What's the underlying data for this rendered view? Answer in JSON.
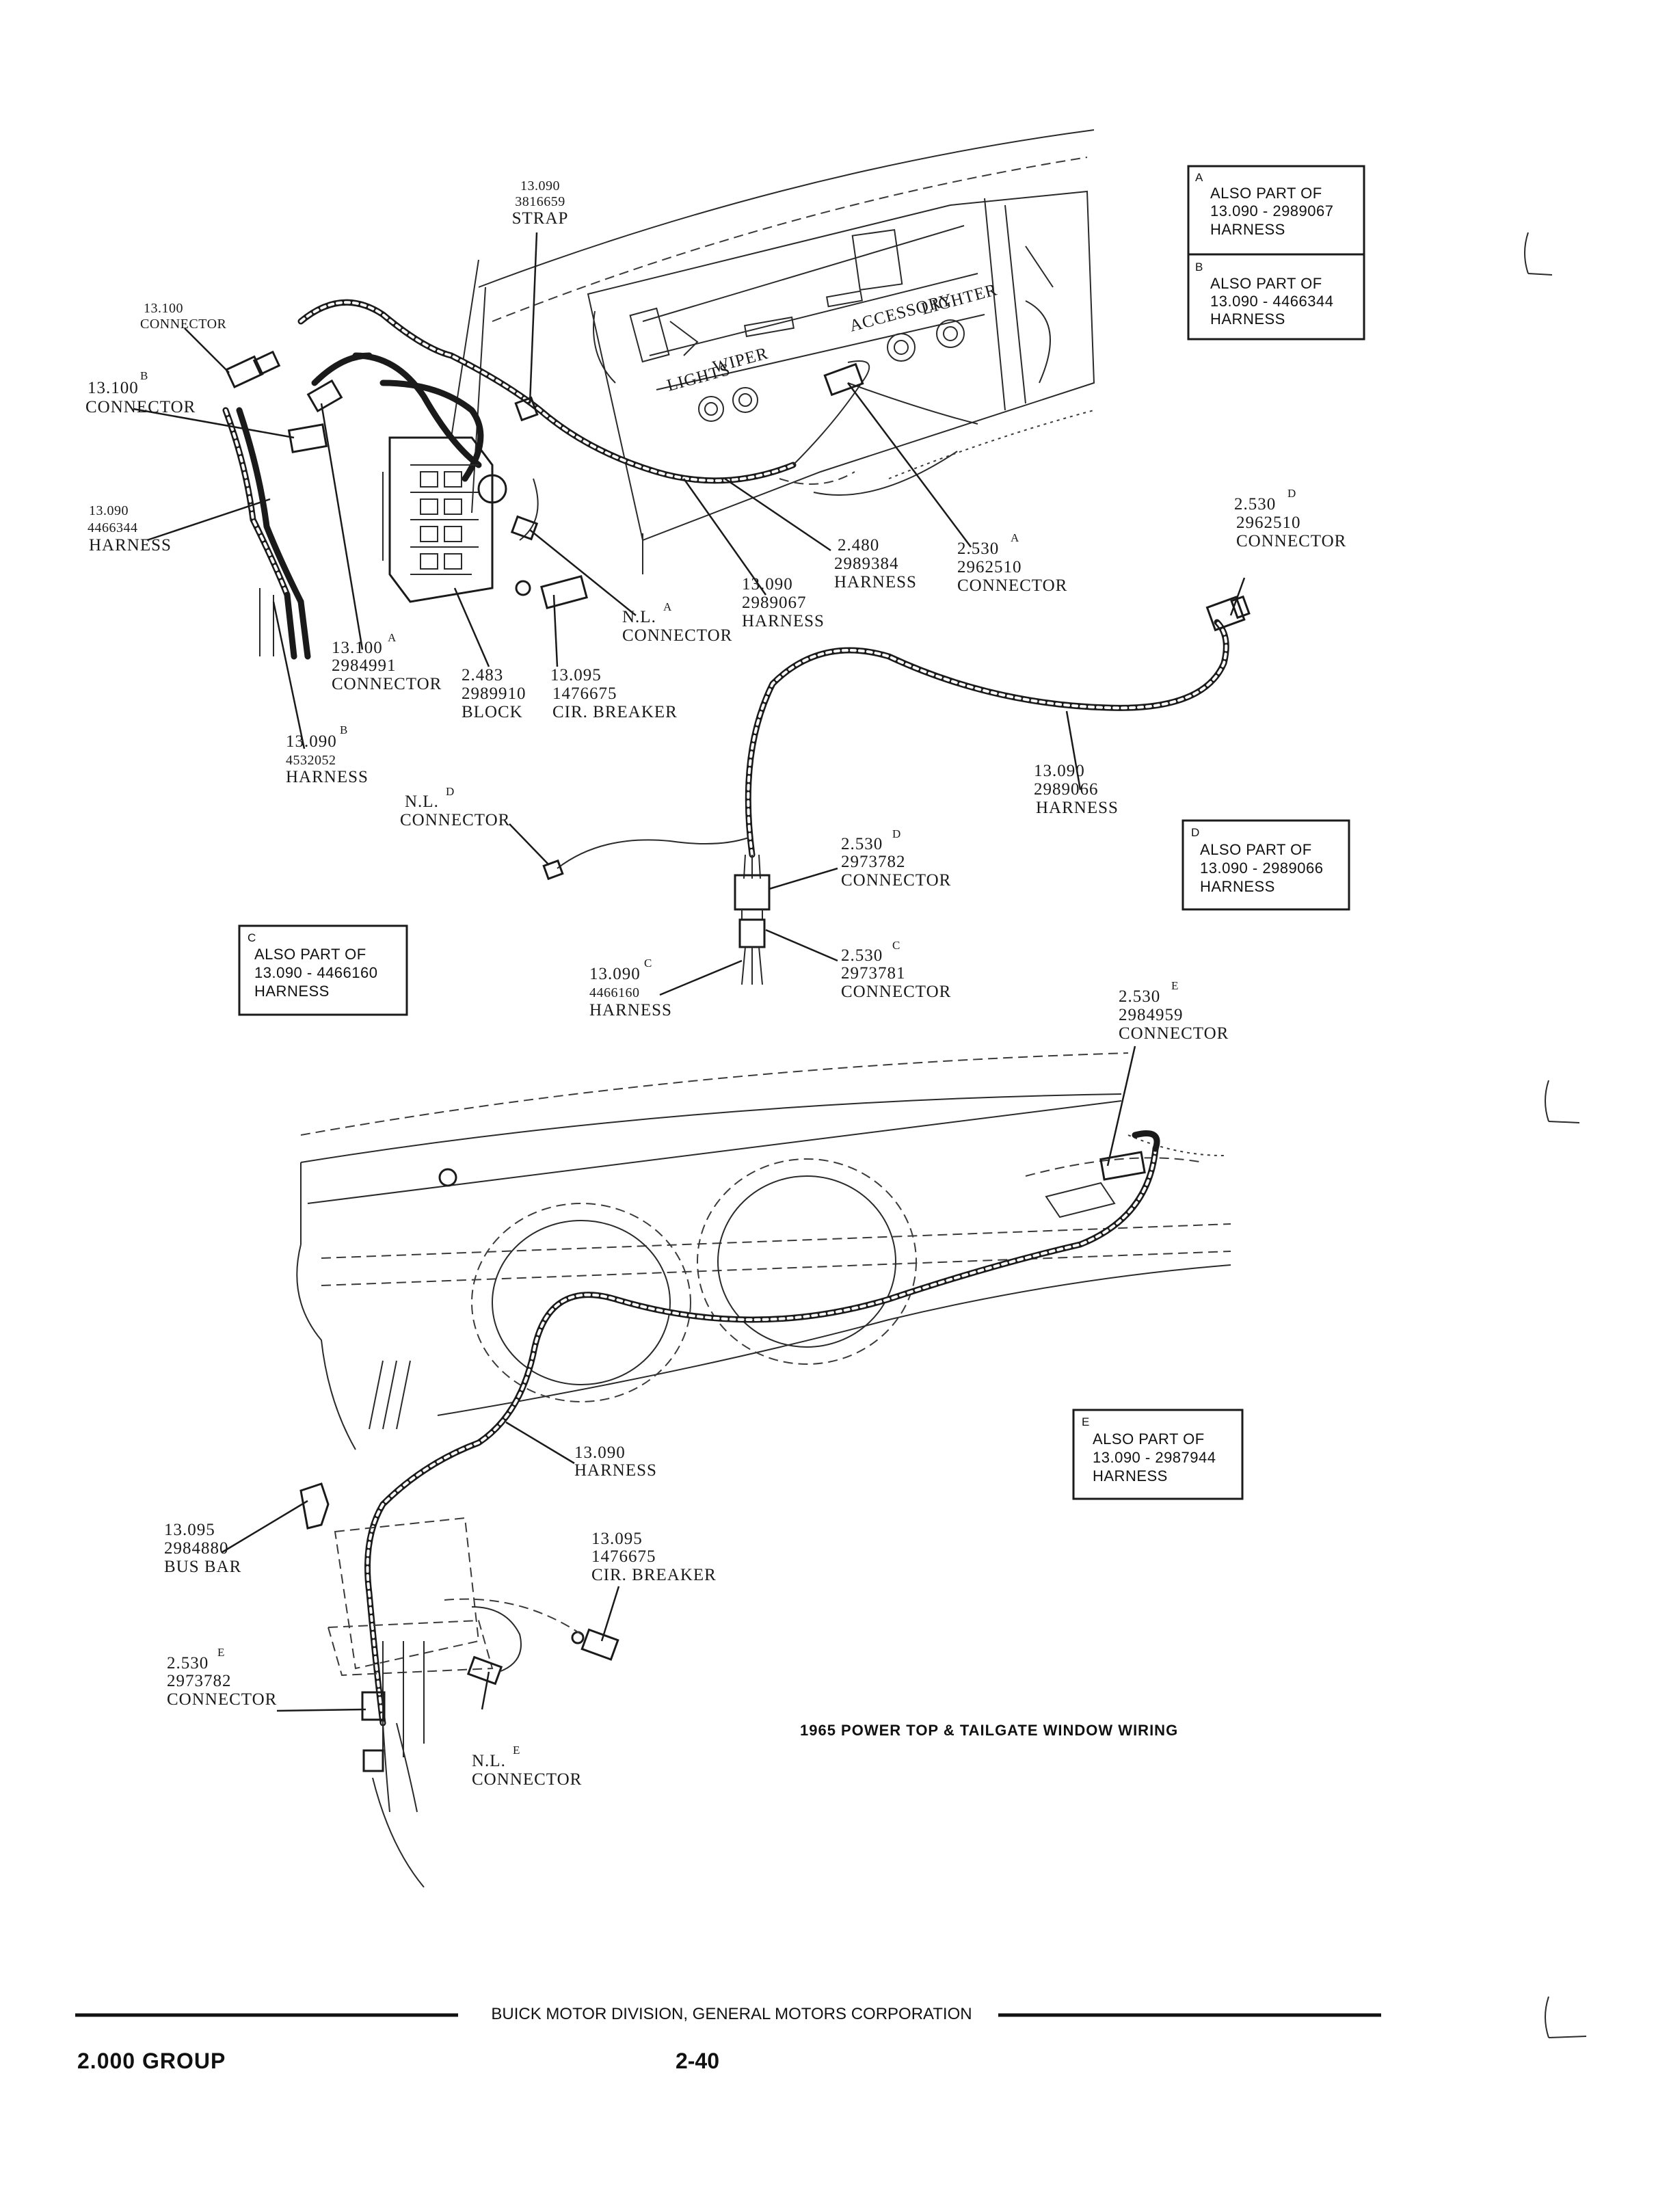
{
  "title": "1965 POWER TOP & TAILGATE WINDOW WIRING",
  "footer": {
    "publisher": "BUICK MOTOR DIVISION, GENERAL MOTORS CORPORATION",
    "group": "2.000 GROUP",
    "page": "2-40"
  },
  "notes": [
    {
      "key": "A",
      "lines": [
        "ALSO PART OF",
        "13.090 - 2989067",
        "HARNESS"
      ]
    },
    {
      "key": "B",
      "lines": [
        "ALSO PART OF",
        "13.090 - 4466344",
        "HARNESS"
      ]
    },
    {
      "key": "C",
      "lines": [
        "ALSO PART OF",
        "13.090 - 4466160",
        "HARNESS"
      ]
    },
    {
      "key": "D",
      "lines": [
        "ALSO PART OF",
        "13.090 - 2989066",
        "HARNESS"
      ]
    },
    {
      "key": "E",
      "lines": [
        "ALSO PART OF",
        "13.090 - 2987944",
        "HARNESS"
      ]
    }
  ],
  "dash_labels": {
    "lights": "LIGHTS",
    "wiper": "WIPER",
    "accessory": "ACCESSORY",
    "lighter": "LIGHTER"
  },
  "callouts": {
    "strap": {
      "lines": [
        "13.090",
        "3816659",
        "STRAP"
      ],
      "sup": ""
    },
    "c13100": {
      "lines": [
        "13.100",
        "CONNECTOR"
      ],
      "sup": ""
    },
    "c13100b": {
      "lines": [
        "13.100",
        "CONNECTOR"
      ],
      "sup": "B"
    },
    "h4466344": {
      "lines": [
        "13.090",
        "4466344",
        "HARNESS"
      ],
      "sup": ""
    },
    "c2984991": {
      "lines": [
        "13.100",
        "2984991",
        "CONNECTOR"
      ],
      "sup": "A"
    },
    "h4532052": {
      "lines": [
        "13.090",
        "4532052",
        "HARNESS"
      ],
      "sup": "B"
    },
    "block": {
      "lines": [
        "2.483",
        "2989910",
        "BLOCK"
      ],
      "sup": ""
    },
    "cirbreaker1": {
      "lines": [
        "13.095",
        "1476675",
        "CIR. BREAKER"
      ],
      "sup": ""
    },
    "nla": {
      "lines": [
        "N.L.",
        "CONNECTOR"
      ],
      "sup": "A"
    },
    "h2989067": {
      "lines": [
        "13.090",
        "2989067",
        "HARNESS"
      ],
      "sup": ""
    },
    "h2989384": {
      "lines": [
        "2.480",
        "2989384",
        "HARNESS"
      ],
      "sup": ""
    },
    "c2962510a": {
      "lines": [
        "2.530",
        "2962510",
        "CONNECTOR"
      ],
      "sup": "A"
    },
    "c2962510d": {
      "lines": [
        "2.530",
        "2962510",
        "CONNECTOR"
      ],
      "sup": "D"
    },
    "h2989066": {
      "lines": [
        "13.090",
        "2989066",
        "HARNESS"
      ],
      "sup": ""
    },
    "nld": {
      "lines": [
        "N.L.",
        "CONNECTOR"
      ],
      "sup": "D"
    },
    "c2973782d": {
      "lines": [
        "2.530",
        "2973782",
        "CONNECTOR"
      ],
      "sup": "D"
    },
    "c2973781": {
      "lines": [
        "2.530",
        "2973781",
        "CONNECTOR"
      ],
      "sup": "C"
    },
    "h4466160": {
      "lines": [
        "13.090",
        "4466160",
        "HARNESS"
      ],
      "sup": "C"
    },
    "c2984959": {
      "lines": [
        "2.530",
        "2984959",
        "CONNECTOR"
      ],
      "sup": "E"
    },
    "h13090": {
      "lines": [
        "13.090",
        "HARNESS"
      ],
      "sup": ""
    },
    "busbar": {
      "lines": [
        "13.095",
        "2984880",
        "BUS BAR"
      ],
      "sup": ""
    },
    "cirbreaker2": {
      "lines": [
        "13.095",
        "1476675",
        "CIR. BREAKER"
      ],
      "sup": ""
    },
    "c2973782e": {
      "lines": [
        "2.530",
        "2973782",
        "CONNECTOR"
      ],
      "sup": "E"
    },
    "nle": {
      "lines": [
        "N.L.",
        "CONNECTOR"
      ],
      "sup": "E"
    }
  }
}
